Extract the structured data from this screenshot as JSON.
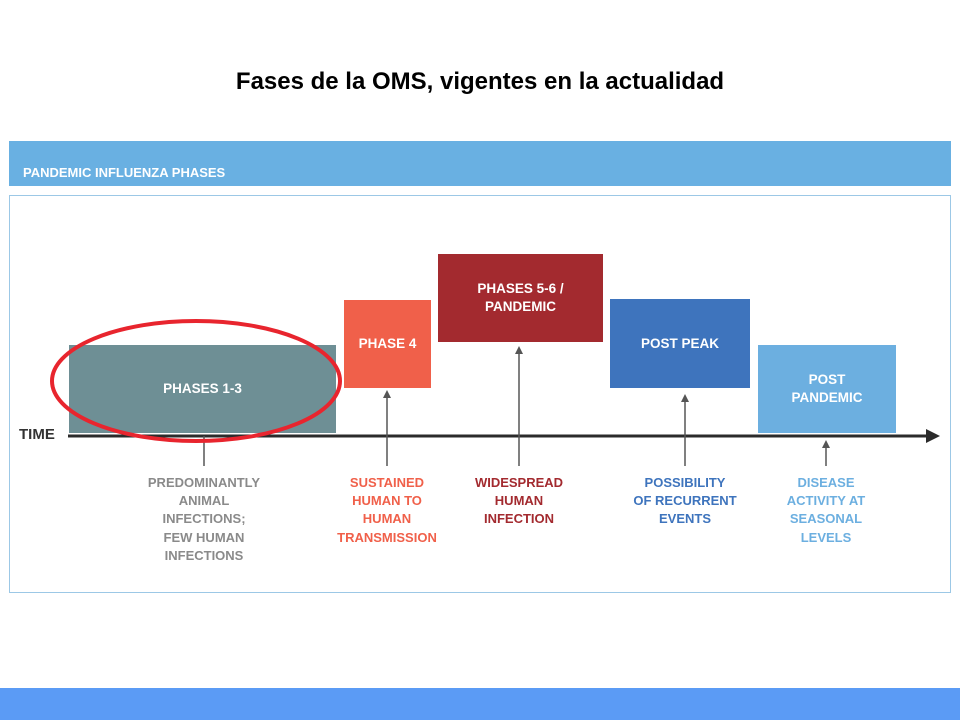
{
  "slide": {
    "title": "Fases de la OMS, vigentes en la actualidad"
  },
  "figure": {
    "header": "PANDEMIC INFLUENZA PHASES",
    "time_label": "TIME",
    "phases": [
      {
        "id": "phases-1-3",
        "label": "PHASES 1-3",
        "color": "#6e8f95",
        "highlighted": true
      },
      {
        "id": "phase-4",
        "label": "PHASE 4",
        "color": "#f0604a"
      },
      {
        "id": "phases-5-6",
        "label": "PHASES 5-6 /\nPANDEMIC",
        "color": "#a32a2f"
      },
      {
        "id": "post-peak",
        "label": "POST PEAK",
        "color": "#3e74bd"
      },
      {
        "id": "post-pandemic",
        "label": "POST\nPANDEMIC",
        "color": "#6cafe0"
      }
    ],
    "descriptions": [
      {
        "text": "PREDOMINANTLY\nANIMAL\nINFECTIONS;\nFEW HUMAN\nINFECTIONS",
        "color": "#8a8a8a"
      },
      {
        "text": "SUSTAINED\nHUMAN TO\nHUMAN\nTRANSMISSION",
        "color": "#f0604a"
      },
      {
        "text": "WIDESPREAD\nHUMAN\nINFECTION",
        "color": "#a32a2f"
      },
      {
        "text": "POSSIBILITY\nOF RECURRENT\nEVENTS",
        "color": "#3e74bd"
      },
      {
        "text": "DISEASE\nACTIVITY AT\nSEASONAL\nLEVELS",
        "color": "#6cafe0"
      }
    ],
    "highlight_color": "#e8252e",
    "axis_color": "#2b2b2b"
  }
}
